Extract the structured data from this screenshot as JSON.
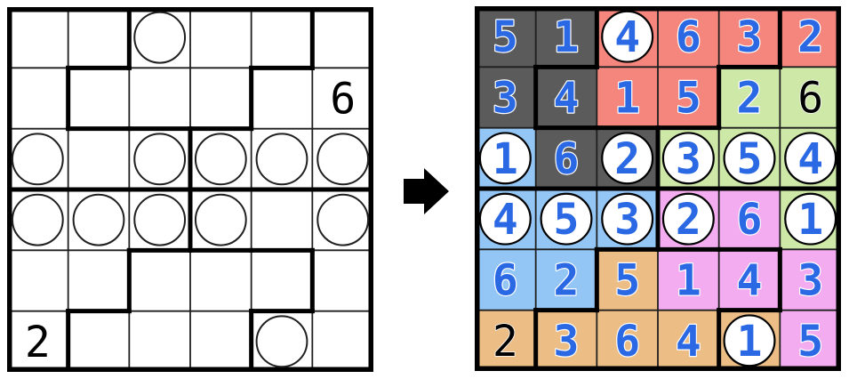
{
  "palette": {
    "page_bg": "#ffffff",
    "thin_line": "#1f1f1f",
    "cage_line": "#000000",
    "circle_fill": "#ffffff",
    "circle_stroke": "#000000",
    "digit_blue": "#2b69e4",
    "digit_black": "#000000",
    "digit_halo": "#ffffff",
    "region_gray": "#5b5b5b",
    "region_red": "#f4867e",
    "region_green": "#cee8a7",
    "region_blue": "#93c6f5",
    "region_pink": "#f3acf0",
    "region_orange": "#ecbe85",
    "arrow_black": "#000000"
  },
  "puzzle": {
    "rows": 6,
    "cols": 6,
    "cages": [
      [
        "1,1",
        "1,2",
        "2,1",
        "3,1",
        "3,2",
        "3,3"
      ],
      [
        "1,3",
        "1,4",
        "1,5",
        "2,2",
        "2,3",
        "2,4"
      ],
      [
        "1,6",
        "2,5",
        "2,6",
        "3,4",
        "3,5",
        "3,6"
      ],
      [
        "4,1",
        "4,2",
        "4,3",
        "5,1",
        "5,2",
        "6,1"
      ],
      [
        "5,3",
        "5,4",
        "5,5",
        "6,2",
        "6,3",
        "6,4"
      ],
      [
        "4,4",
        "4,5",
        "4,6",
        "5,6",
        "6,5",
        "6,6"
      ]
    ],
    "circles": [
      "1,3",
      "3,1",
      "3,3",
      "3,4",
      "3,5",
      "3,6",
      "4,1",
      "4,2",
      "4,3",
      "4,4",
      "4,6",
      "6,5"
    ],
    "given_digits": [
      {
        "cell": "2,6",
        "value": "6"
      },
      {
        "cell": "6,1",
        "value": "2"
      }
    ]
  },
  "right_grid": {
    "solution": [
      [
        5,
        1,
        4,
        6,
        3,
        2
      ],
      [
        3,
        4,
        1,
        5,
        2,
        6
      ],
      [
        1,
        6,
        2,
        3,
        5,
        4
      ],
      [
        4,
        5,
        3,
        2,
        6,
        1
      ],
      [
        6,
        2,
        5,
        1,
        4,
        3
      ],
      [
        2,
        3,
        6,
        4,
        1,
        5
      ]
    ],
    "cell_region_colors": [
      "GGRRRR",
      "GGRRNN",
      "BGGNNN",
      "BBBPPN",
      "BBOPPP",
      "OOOOOP"
    ],
    "region_color_keys": {
      "G": "region_gray",
      "R": "region_red",
      "N": "region_green",
      "B": "region_blue",
      "P": "region_pink",
      "O": "region_orange"
    }
  },
  "arrow_icon": "right-block-arrow"
}
